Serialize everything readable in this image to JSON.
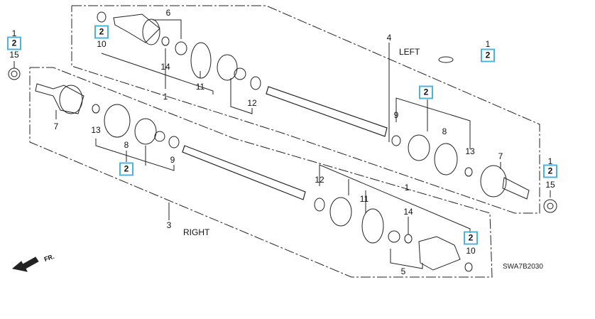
{
  "diagram": {
    "code": "SWA7B2030",
    "left_label": "LEFT",
    "right_label": "RIGHT",
    "front_label": "FR.",
    "accent_color": "#4fb3d9",
    "callouts": {
      "a1": "1",
      "a2": "2",
      "a15": "15",
      "b2": "2",
      "b10": "10",
      "b6": "6",
      "b14": "14",
      "b11": "11",
      "b1": "1",
      "b12": "12",
      "b4": "4",
      "b1r": "1",
      "b2r": "2",
      "c7": "7",
      "c13": "13",
      "c8": "8",
      "c2": "2",
      "c9": "9",
      "c3": "3",
      "d12": "12",
      "d11": "11",
      "d1": "1",
      "d14": "14",
      "d5": "5",
      "d2": "2",
      "d10": "10",
      "e2": "2",
      "e9": "9",
      "e8": "8",
      "e13": "13",
      "e7": "7",
      "e1": "1",
      "e2b": "2",
      "e15": "15"
    }
  }
}
